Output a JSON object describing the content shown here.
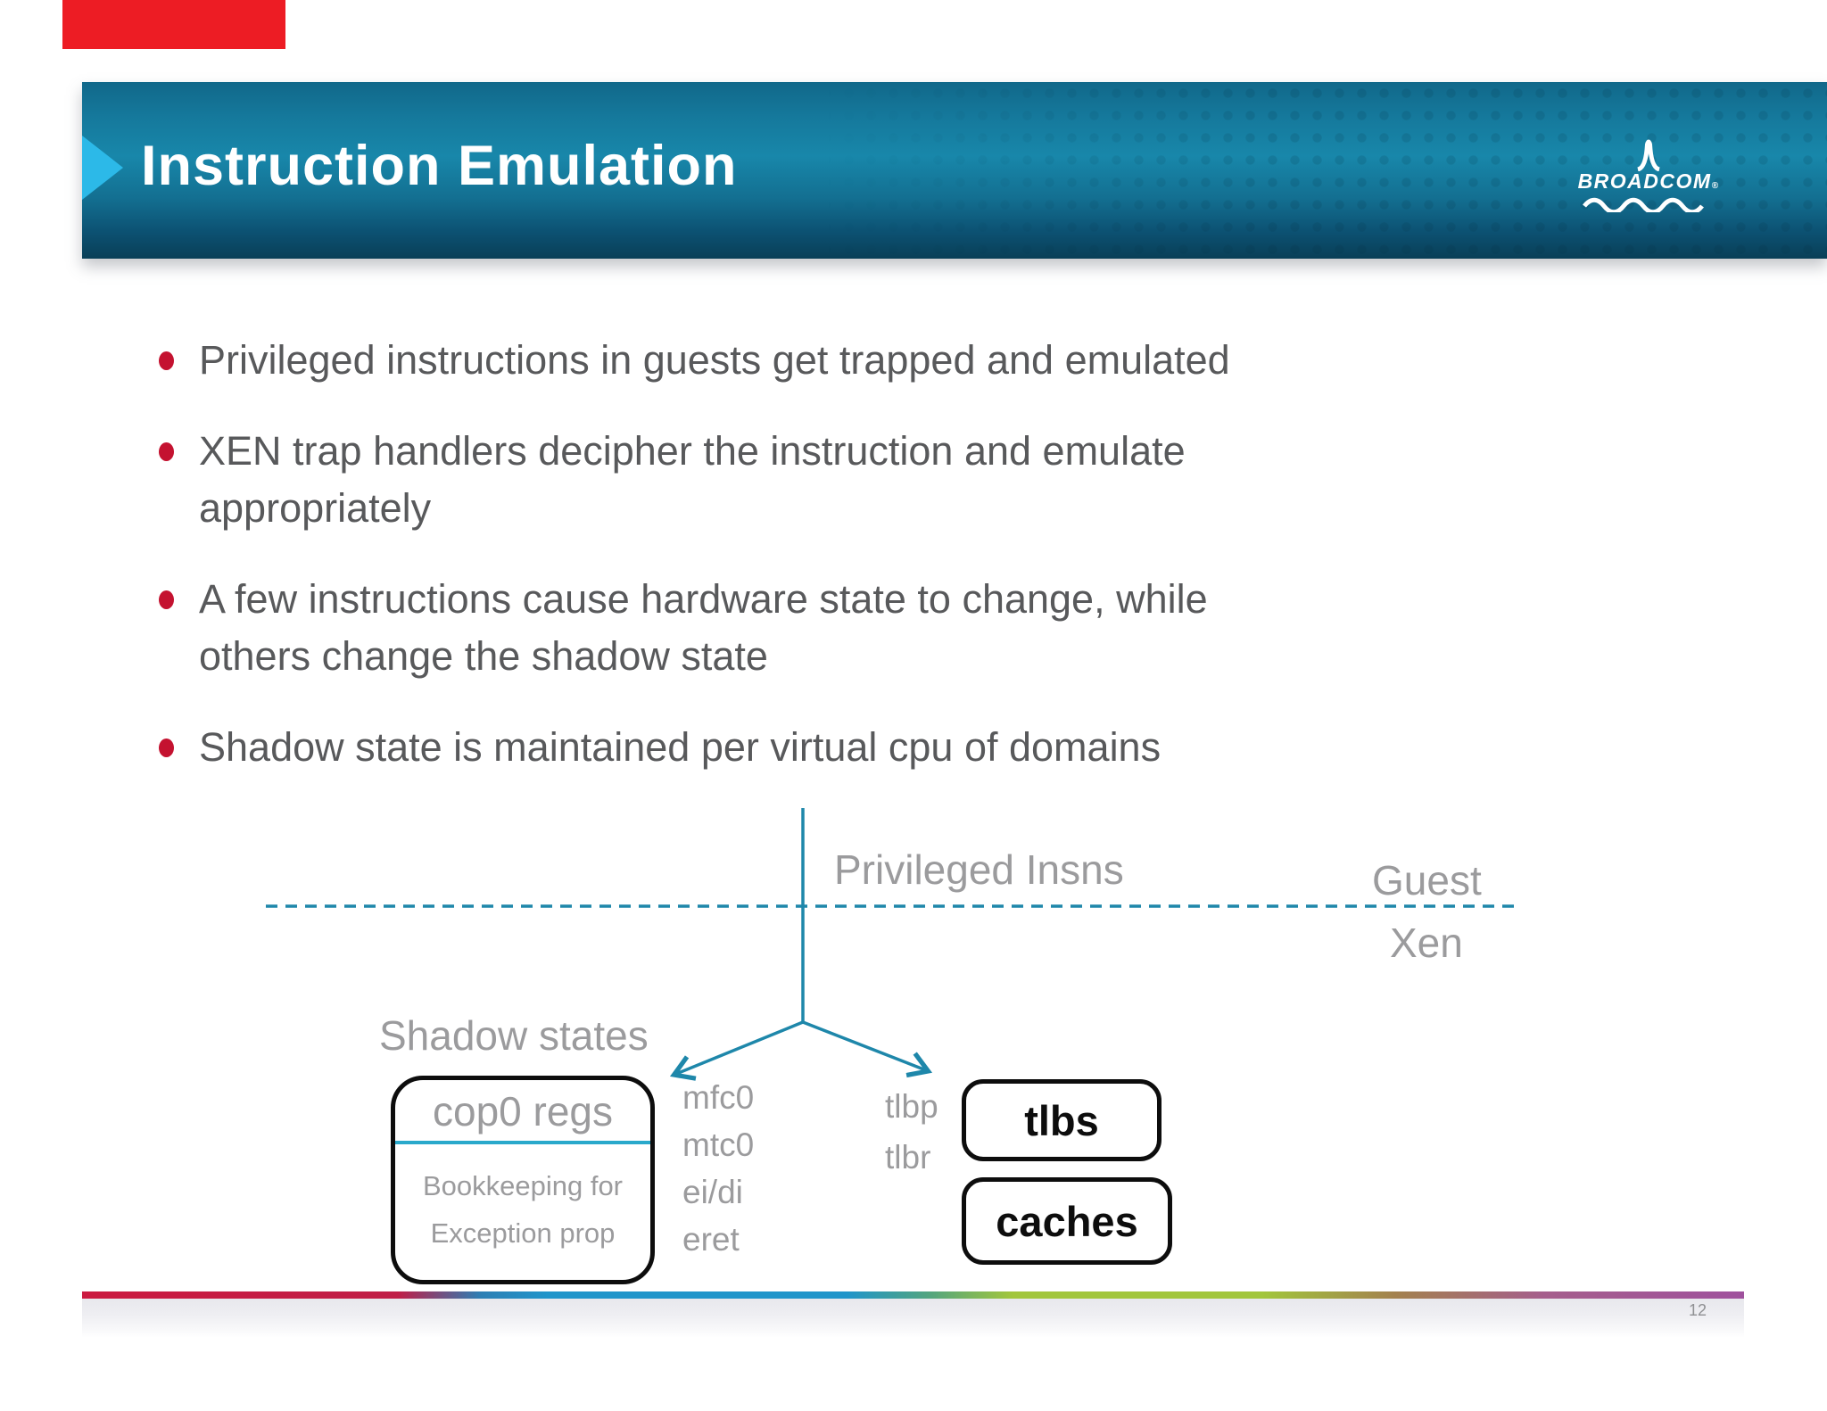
{
  "header": {
    "title": "Instruction Emulation",
    "logo_text": "BROADCOM",
    "logo_reg_mark": "®"
  },
  "bullets": [
    {
      "lines": [
        "Privileged instructions in guests get trapped and emulated"
      ]
    },
    {
      "lines": [
        "XEN trap handlers decipher the instruction and emulate",
        "appropriately"
      ]
    },
    {
      "lines": [
        "A few instructions cause hardware state to change, while",
        "others change the shadow state"
      ]
    },
    {
      "lines": [
        "Shadow state is maintained per virtual cpu of domains"
      ]
    }
  ],
  "diagram": {
    "privileged_label": "Privileged Insns",
    "guest_label": "Guest",
    "xen_label": "Xen",
    "shadow_states_label": "Shadow states",
    "cop0_box": {
      "title": "cop0 regs",
      "line1": "Bookkeeping for",
      "line2": "Exception prop"
    },
    "instruction_list": [
      "mfc0",
      "mtc0",
      "ei/di",
      "eret",
      "…"
    ],
    "tlb_instruction_list": [
      "tlbp",
      "tlbr"
    ],
    "tlbs_label": "tlbs",
    "caches_label": "caches"
  },
  "footer": {
    "page_number": "12"
  },
  "colors": {
    "header_teal_top": "#1887aa",
    "header_teal_bottom": "#093f57",
    "accent_cyan": "#2cb9e8",
    "bullet_red": "#c41230",
    "body_text_gray": "#58595b",
    "diagram_gray": "#9b9b9d",
    "diagram_line_teal": "#1e87aa",
    "stripe_red": "#cb1a40",
    "stripe_blue": "#2095ca",
    "stripe_green": "#a2c63c",
    "stripe_purple": "#9f519d",
    "red_marker": "#ed1c24"
  }
}
